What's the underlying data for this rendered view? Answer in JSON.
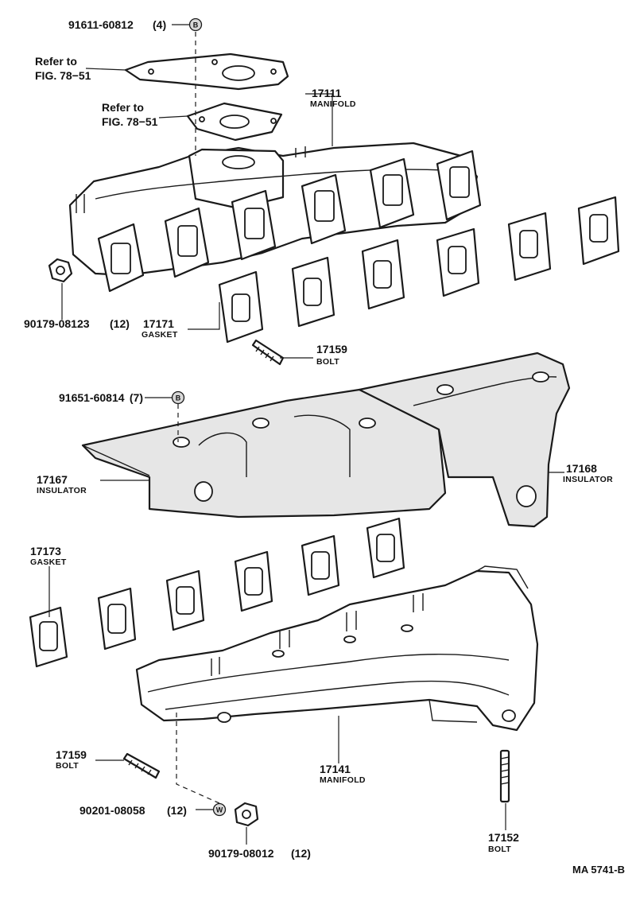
{
  "parts": {
    "bolt_top": {
      "number": "91611-60812",
      "qty": "(4)",
      "symbol": "B"
    },
    "refer_1": {
      "line1": "Refer to",
      "line2": "FIG. 78−51"
    },
    "refer_2": {
      "line1": "Refer to",
      "line2": "FIG. 78−51"
    },
    "intake_manifold": {
      "number": "17111",
      "name": "MANIFOLD"
    },
    "nut_left": {
      "number": "90179-08123",
      "qty": "(12)"
    },
    "gasket_intake": {
      "number": "17171",
      "name": "GASKET"
    },
    "stud_upper": {
      "number": "17159",
      "name": "BOLT"
    },
    "bolt_insulator": {
      "number": "91651-60814",
      "qty": "(7)",
      "symbol": "B"
    },
    "insulator_right": {
      "number": "17168",
      "name": "INSULATOR"
    },
    "insulator_left": {
      "number": "17167",
      "name": "INSULATOR"
    },
    "gasket_exhaust": {
      "number": "17173",
      "name": "GASKET"
    },
    "stud_lower": {
      "number": "17159",
      "name": "BOLT"
    },
    "exhaust_manifold": {
      "number": "17141",
      "name": "MANIFOLD"
    },
    "washer": {
      "number": "90201-08058",
      "qty": "(12)",
      "symbol": "W"
    },
    "nut_bottom": {
      "number": "90179-08012",
      "qty": "(12)"
    },
    "stud_exhaust": {
      "number": "17152",
      "name": "BOLT"
    }
  },
  "figure_code": "MA 5741-B"
}
